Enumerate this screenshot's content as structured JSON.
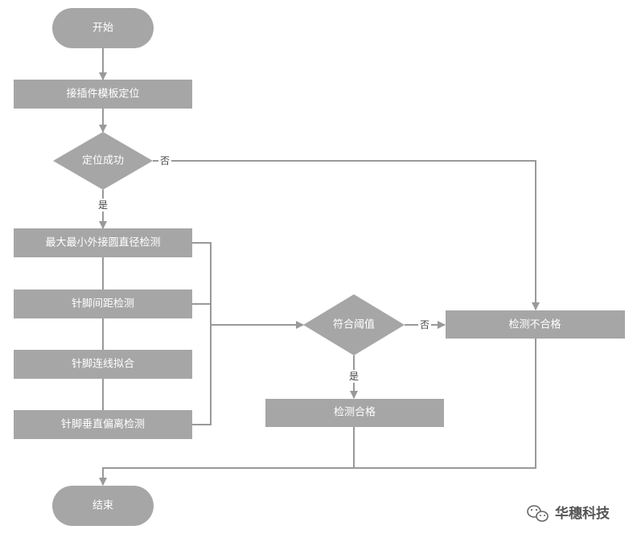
{
  "colors": {
    "node_fill": "#a6a6a6",
    "connector": "#999999",
    "text": "#ffffff"
  },
  "nodes": {
    "start": "开始",
    "locate_template": "接插件模板定位",
    "locate_success": "定位成功",
    "circle_diameter": "最大最小外接圆直径检测",
    "pin_spacing": "针脚间距检测",
    "pin_line_fit": "针脚连线拟合",
    "pin_perpendicular": "针脚垂直偏离检测",
    "threshold": "符合阈值",
    "qualified": "检测合格",
    "unqualified": "检测不合格",
    "end": "结束"
  },
  "edge_labels": {
    "locate_no": "否",
    "locate_yes": "是",
    "threshold_no": "否",
    "threshold_yes": "是"
  },
  "watermark": {
    "text": "华穗科技",
    "icon": "wechat-icon"
  }
}
